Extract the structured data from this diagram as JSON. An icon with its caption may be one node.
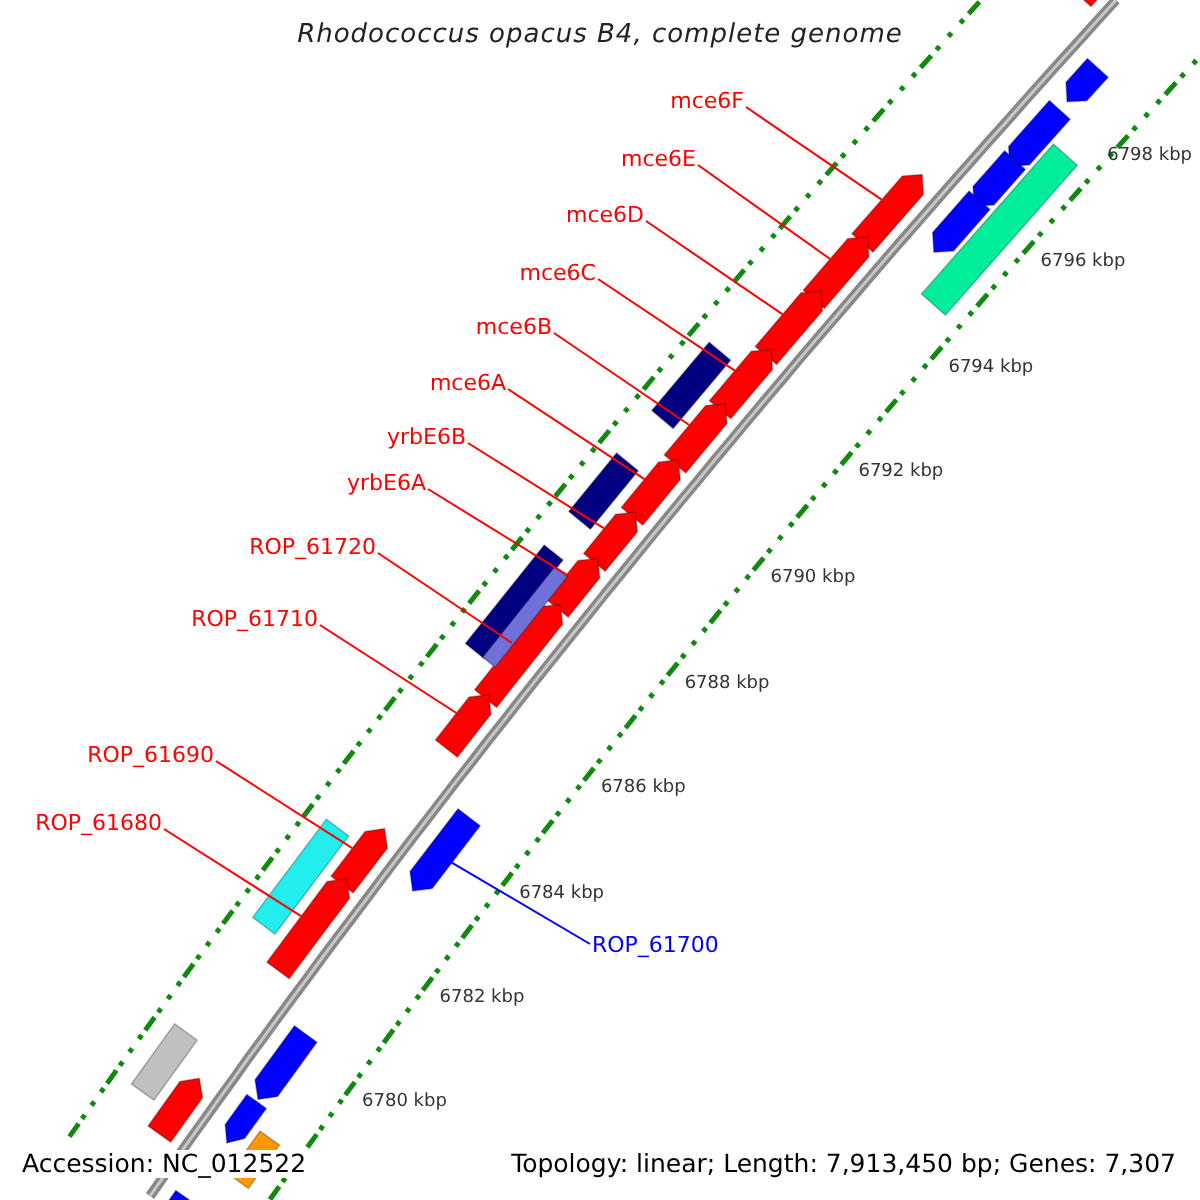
{
  "diagram": {
    "title": "Rhodococcus opacus B4, complete genome",
    "nodes": [
      {
        "text": [
          "mce6F"
        ]
      },
      {
        "text": [
          "mce6E"
        ]
      },
      {
        "text": [
          "mce6D"
        ]
      },
      {
        "text": [
          "mce6C"
        ]
      },
      {
        "text": [
          "mce6B"
        ]
      },
      {
        "text": [
          "mce6A"
        ]
      },
      {
        "text": [
          "yrbE6B"
        ]
      },
      {
        "text": [
          "yrbE6A"
        ]
      },
      {
        "text": [
          "ROP_61720"
        ]
      },
      {
        "text": [
          "ROP_61710"
        ]
      },
      {
        "text": [
          "ROP_61690"
        ]
      },
      {
        "text": [
          "ROP_61680"
        ]
      },
      {
        "text": [
          "ROP_61700"
        ]
      },
      {
        "text": [],
        "shape": "arrow"
      },
      {
        "text": [],
        "shape": "arrow"
      },
      {
        "text": [],
        "shape": "arrow"
      },
      {
        "text": [],
        "shape": "arrow"
      },
      {
        "text": [],
        "shape": "arrow"
      },
      {
        "text": [],
        "shape": "arrow"
      },
      {
        "text": [],
        "shape": "arrow"
      },
      {
        "text": [],
        "shape": "arrow"
      },
      {
        "text": [],
        "shape": "arrow"
      },
      {
        "text": [],
        "shape": "arrow"
      },
      {
        "text": [],
        "shape": "arrow"
      },
      {
        "text": [],
        "shape": "arrow"
      },
      {
        "text": [],
        "shape": "arrow"
      },
      {
        "text": [],
        "shape": "arrow"
      },
      {
        "text": [],
        "shape": "arrow"
      },
      {
        "text": [],
        "shape": "bar"
      },
      {
        "text": [],
        "shape": "bar"
      },
      {
        "text": [],
        "shape": "bar"
      },
      {
        "text": [],
        "shape": "bar"
      },
      {
        "text": [],
        "shape": "bar"
      },
      {
        "text": [],
        "shape": "bar"
      },
      {
        "text": [],
        "shape": "arrow"
      },
      {
        "text": [],
        "shape": "arrow"
      },
      {
        "text": [],
        "shape": "arrow"
      },
      {
        "text": [],
        "shape": "bar"
      },
      {
        "text": [],
        "shape": "arrow"
      },
      {
        "text": [],
        "shape": "arrow"
      },
      {
        "text": [],
        "shape": "arrow"
      },
      {
        "text": [],
        "shape": "arrow"
      },
      {
        "text": [],
        "shape": "bar"
      }
    ],
    "edges": [
      {
        "from": 0,
        "to": 13,
        "arrow": "none"
      },
      {
        "from": 1,
        "to": 14,
        "arrow": "none"
      },
      {
        "from": 2,
        "to": 15,
        "arrow": "none"
      },
      {
        "from": 3,
        "to": 16,
        "arrow": "none"
      },
      {
        "from": 4,
        "to": 17,
        "arrow": "none"
      },
      {
        "from": 5,
        "to": 18,
        "arrow": "none"
      },
      {
        "from": 6,
        "to": 19,
        "arrow": "none"
      },
      {
        "from": 7,
        "to": 20,
        "arrow": "none"
      },
      {
        "from": 8,
        "to": 21,
        "arrow": "none"
      },
      {
        "from": 9,
        "to": 22,
        "arrow": "none"
      },
      {
        "from": 10,
        "to": 23,
        "arrow": "none"
      },
      {
        "from": 11,
        "to": 24,
        "arrow": "none"
      },
      {
        "from": 12,
        "to": 25,
        "arrow": "none",
        "color": "#0000ff"
      }
    ],
    "labels": [
      "6798 kbp",
      "6796 kbp",
      "6794 kbp",
      "6792 kbp",
      "6790 kbp",
      "6788 kbp",
      "6786 kbp",
      "6784 kbp",
      "6782 kbp",
      "6780 kbp",
      "Accession: NC_012522",
      "Topology: linear; Length: 7,913,450 bp; Genes: 7,307"
    ]
  }
}
